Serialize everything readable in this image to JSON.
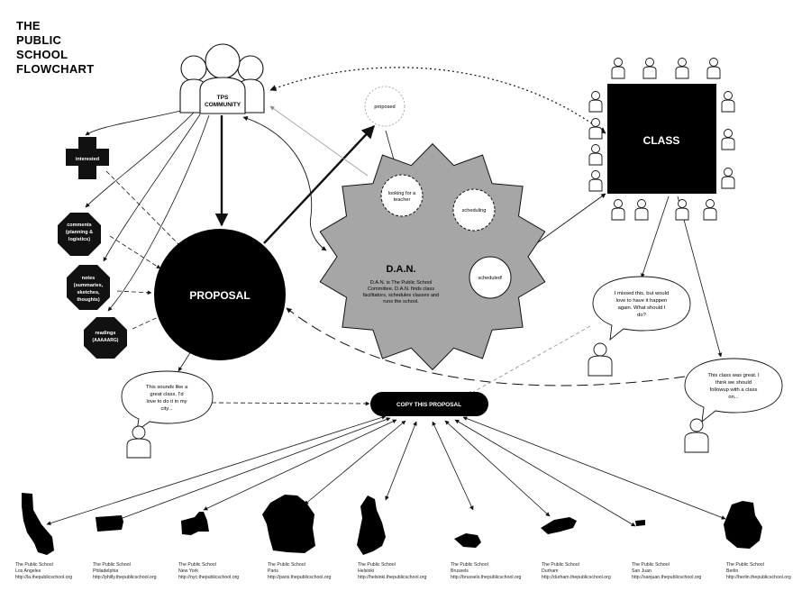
{
  "title": [
    "THE",
    "PUBLIC",
    "SCHOOL",
    "FLOWCHART"
  ],
  "community": {
    "label_line1": "TPS",
    "label_line2": "COMMUNITY"
  },
  "octagons": [
    {
      "lines": [
        "interested"
      ]
    },
    {
      "lines": [
        "comments",
        "(planning &",
        "logistics)"
      ]
    },
    {
      "lines": [
        "notes",
        "(summaries,",
        "sketches,",
        "thoughts)"
      ]
    },
    {
      "lines": [
        "readings",
        "(AAAAARG)"
      ]
    }
  ],
  "proposal": {
    "label": "PROPOSAL"
  },
  "dan": {
    "title": "D.A.N.",
    "desc": [
      "D.A.N. is The Public School",
      "Committee. D.A.N. finds class",
      "facilitators, schedules classes and",
      "runs the school."
    ]
  },
  "states": {
    "proposed": [
      "proposed"
    ],
    "looking": [
      "looking for a",
      "teacher"
    ],
    "scheduling": [
      "scheduling"
    ],
    "scheduled": [
      "scheduled!"
    ]
  },
  "class": {
    "label": "CLASS"
  },
  "bubbles": {
    "left": [
      "This sounds like a",
      "great class, I'd",
      "love to do it in my",
      "city..."
    ],
    "missed": [
      "I missed this, but would",
      "love to have it happen",
      "again. What should I",
      "do?"
    ],
    "great": [
      "This class was great. I",
      "think we should",
      "followup with a class",
      "on..."
    ]
  },
  "copy": {
    "label": "COPY THIS PROPOSAL"
  },
  "cities": [
    {
      "name": "Los Angeles",
      "url": "http://la.thepublicschool.org"
    },
    {
      "name": "Philadelphia",
      "url": "http://philly.thepublicschool.org"
    },
    {
      "name": "New York",
      "url": "http://nyc.thepublicschool.org"
    },
    {
      "name": "Paris",
      "url": "http://paris.thepublicschool.org"
    },
    {
      "name": "Helsinki",
      "url": "http://helsinki.thepublicschool.org"
    },
    {
      "name": "Brussels",
      "url": "http://brussels.thepublicschool.org"
    },
    {
      "name": "Durham",
      "url": "http://durham.thepublicschool.org"
    },
    {
      "name": "San Juan",
      "url": "http://sanjuan.thepublicschool.org"
    },
    {
      "name": "Berlin",
      "url": "http://berlin.thepublicschool.org"
    }
  ],
  "city_prefix": "The Public School"
}
